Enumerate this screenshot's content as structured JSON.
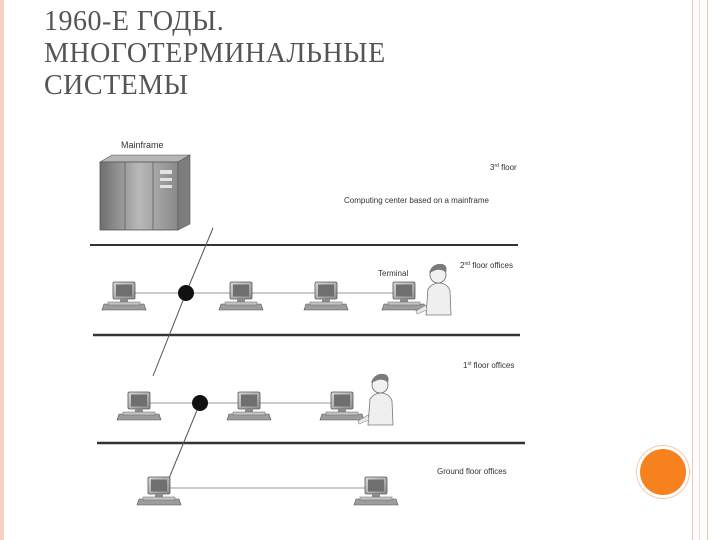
{
  "slide": {
    "title_lines": [
      "1960-Е ГОДЫ.",
      "МНОГОТЕРМИНАЛЬНЫЕ",
      "СИСТЕМЫ"
    ],
    "accent_color": "#f7801f",
    "frame_color": "#f4c7b4"
  },
  "diagram": {
    "mainframe_label": "Mainframe",
    "terminal_label": "Terminal",
    "floor3_label_num": "3",
    "floor3_label_sup": "rd",
    "floor3_label_rest": " floor",
    "computing_center_label": "Computing center based on a mainframe",
    "floor2_label_num": "2",
    "floor2_label_sup": "nd",
    "floor2_label_rest": " floor offices",
    "floor1_label_num": "1",
    "floor1_label_sup": "st",
    "floor1_label_rest": " floor offices",
    "ground_label": "Ground floor offices"
  }
}
